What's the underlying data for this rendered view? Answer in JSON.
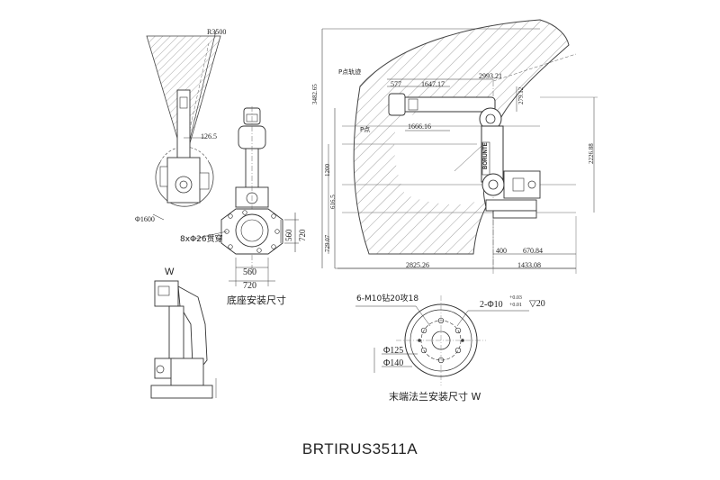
{
  "model_name": "BRTIRUS3511A",
  "top_view": {
    "radius": "R3500",
    "reach": "126.5",
    "base_diameter": "Φ1600"
  },
  "base_view": {
    "holes": "8xΦ26贯穿",
    "dim_560_v": "560",
    "dim_720_v": "720",
    "dim_560_h": "560",
    "dim_720_h": "720",
    "caption": "底座安装尺寸"
  },
  "side_view": {
    "label": "W"
  },
  "workspace": {
    "p_track": "P点轨迹",
    "p_point": "P点",
    "dim_2993": "2993.21",
    "dim_577": "577",
    "dim_1647": "1647.17",
    "dim_279": "279.12",
    "dim_1666": "1666.16",
    "dim_3482": "3482.65",
    "dim_1200": "1200",
    "dim_616": "616.5",
    "dim_729": "729.07",
    "dim_2226": "2226.88",
    "dim_400": "400",
    "dim_670": "670.84",
    "dim_2825": "2825.26",
    "dim_1433": "1433.08",
    "brand": "BORUNTE"
  },
  "flange": {
    "holes_spec": "6-M10钻20攻18",
    "pin_spec": "2-Φ10",
    "tol_upper": "+0.03",
    "tol_lower": "+0.01",
    "pin_depth": "▽20",
    "d_inner": "Φ125",
    "d_outer": "Φ140",
    "caption": "末端法兰安装尺寸 W"
  },
  "colors": {
    "line": "#3a3a3a",
    "hatch": "#9a9a9a",
    "background": "#ffffff"
  }
}
